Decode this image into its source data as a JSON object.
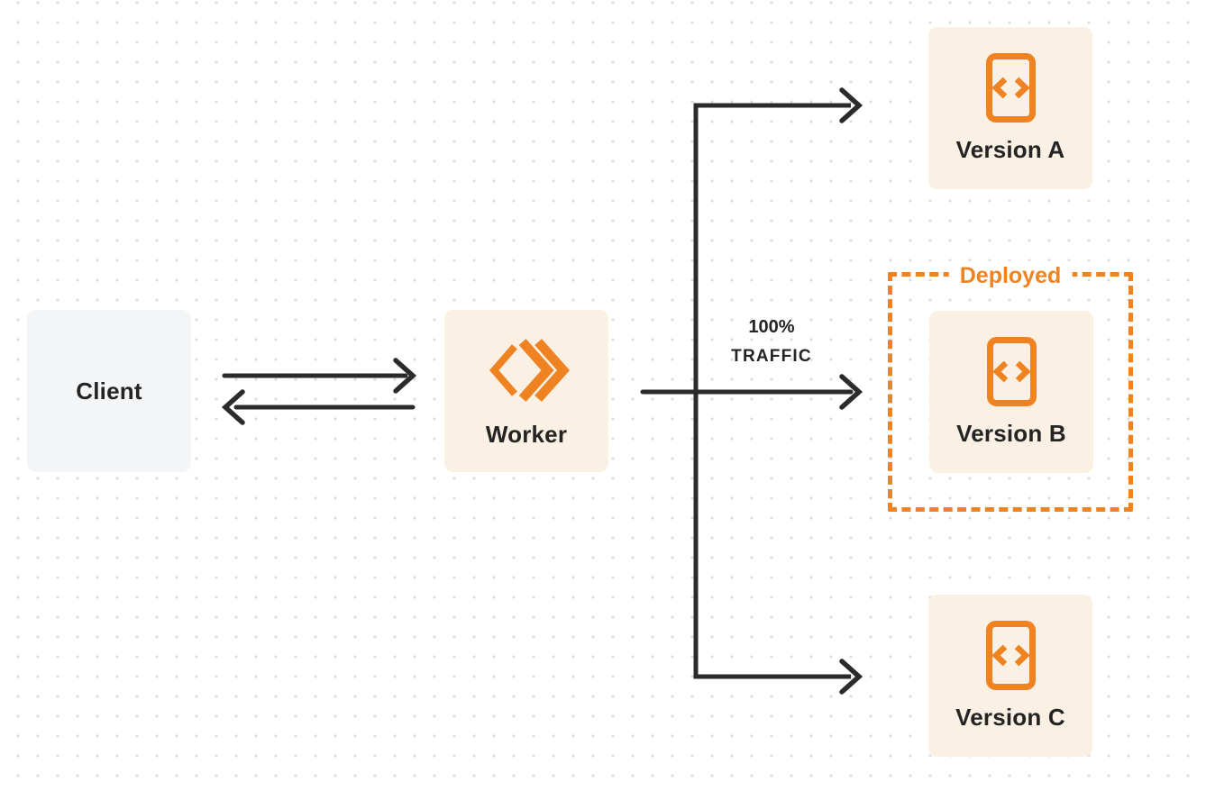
{
  "colors": {
    "orange": "#EF8322",
    "box_cream": "#FAF0E3",
    "box_gray": "#F4F5F6",
    "line": "#2B2B2B",
    "text": "#242424",
    "dot": "#DEDEDE",
    "background": "#FFFFFF"
  },
  "nodes": {
    "client": {
      "label": "Client"
    },
    "worker": {
      "label": "Worker",
      "icon": "workers-logo-icon"
    },
    "version_a": {
      "label": "Version A",
      "icon": "code-icon"
    },
    "version_b": {
      "label": "Version B",
      "icon": "code-icon"
    },
    "version_c": {
      "label": "Version C",
      "icon": "code-icon"
    }
  },
  "annotations": {
    "deployed": {
      "label": "Deployed"
    },
    "traffic": {
      "line1": "100%",
      "line2": "TRAFFIC"
    }
  }
}
